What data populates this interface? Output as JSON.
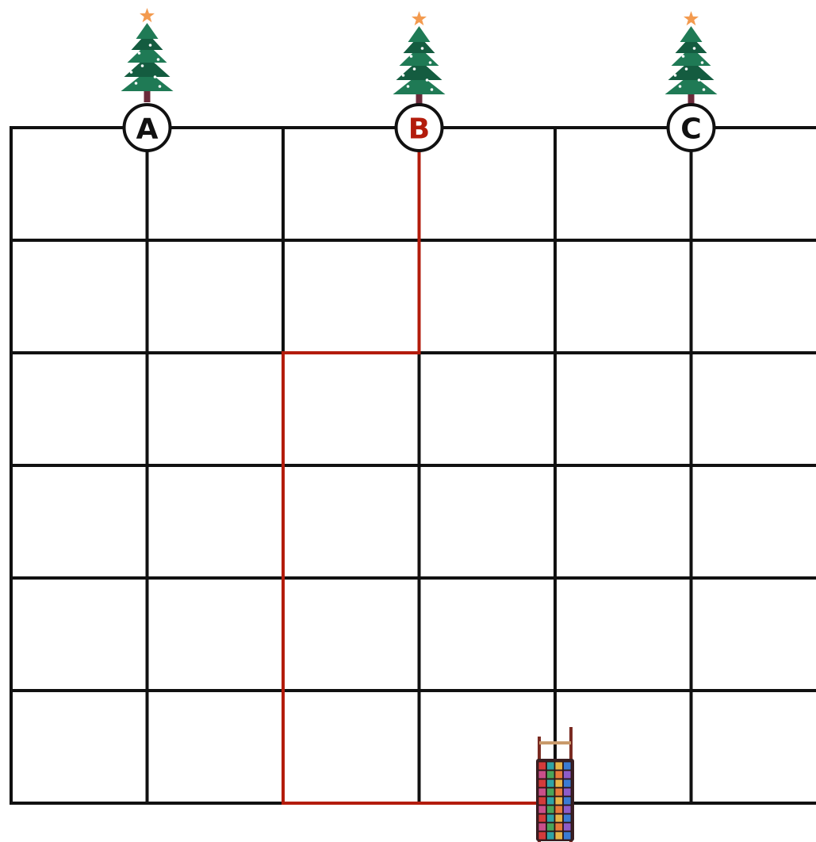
{
  "grid": {
    "columns": 6,
    "rows": 6,
    "line_color": "#111111"
  },
  "route": {
    "color": "#b31c0c",
    "from": "sleigh",
    "to": "B",
    "path_nodes": [
      [
        4,
        6
      ],
      [
        2,
        6
      ],
      [
        2,
        2
      ],
      [
        3,
        2
      ],
      [
        3,
        0
      ]
    ]
  },
  "trees": [
    {
      "label": "A",
      "column": 1,
      "highlighted": false,
      "letter_color": "#111111"
    },
    {
      "label": "B",
      "column": 3,
      "highlighted": true,
      "letter_color": "#b31c0c"
    },
    {
      "label": "C",
      "column": 5,
      "highlighted": false,
      "letter_color": "#111111"
    }
  ],
  "sleigh": {
    "column": 4,
    "row": 6,
    "icon": "gift-sleigh-icon"
  },
  "colors": {
    "tree_green": "#1f7a55",
    "tree_dark": "#145c40",
    "tree_trunk": "#6b2a3a",
    "star": "#f39a4e",
    "route": "#b31c0c"
  }
}
